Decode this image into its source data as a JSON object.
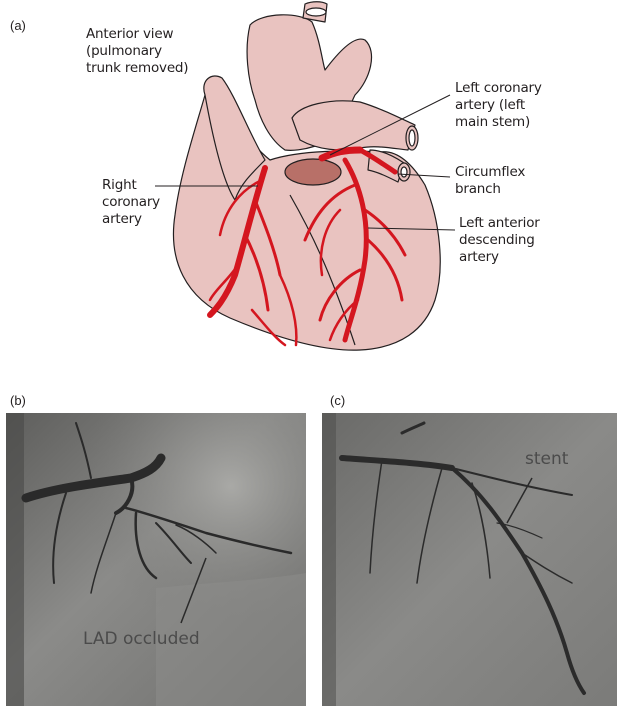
{
  "panels": {
    "a": {
      "label": "(a)"
    },
    "b": {
      "label": "(b)"
    },
    "c": {
      "label": "(c)"
    }
  },
  "heart_labels": {
    "view": "Anterior view\n(pulmonary\ntrunk removed)",
    "left_coronary": "Left coronary\nartery (left\nmain stem)",
    "circumflex": "Circumflex\nbranch",
    "right_coronary": "Right\ncoronary\nartery",
    "lad": "Left anterior\ndescending\nartery"
  },
  "angiogram_labels": {
    "b_annotation": "LAD occluded",
    "c_annotation": "stent"
  },
  "colors": {
    "heart_fill": "#e9c3c0",
    "artery": "#d4161f",
    "outline": "#231f20",
    "pulmonary_stump": "#b87068"
  }
}
